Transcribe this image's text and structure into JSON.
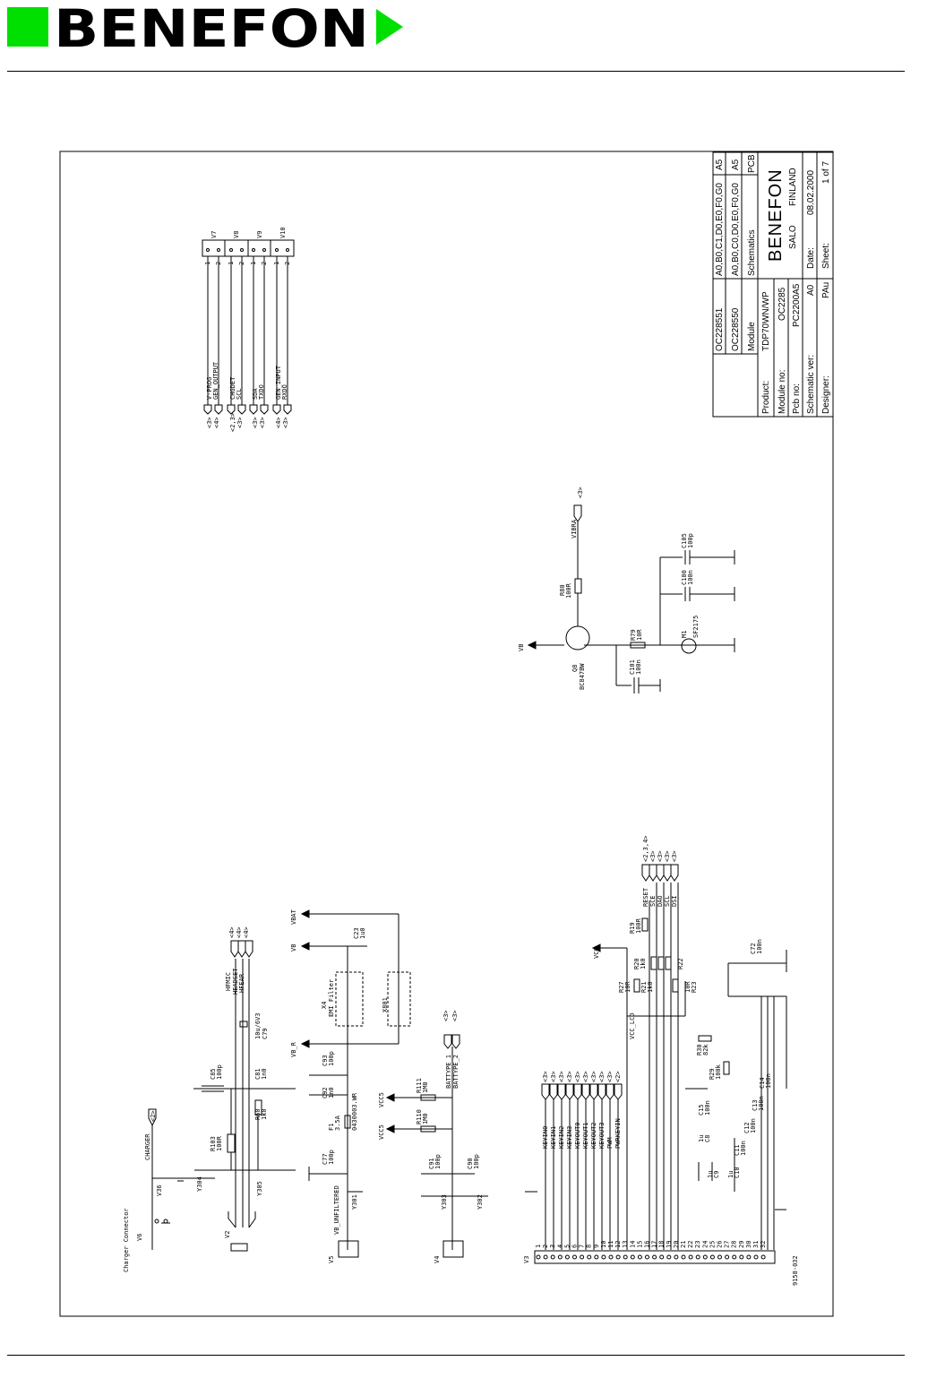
{
  "header": {
    "logo_text": "BENEFON",
    "brand_green": "#00e000",
    "brand_black": "#000000"
  },
  "title_block": {
    "rows": [
      {
        "code": "OC228551",
        "variants": "A0,B0,C1,D0,E0,F0,G0",
        "grade": "A5"
      },
      {
        "code": "OC228550",
        "variants": "A0,B0,C0,D0,E0,F0,G0",
        "grade": "A5"
      },
      {
        "code": "Module",
        "variants": "Schematics",
        "grade": "PCB"
      }
    ],
    "product_label": "Product:",
    "product_value": "TDP70WN/WP",
    "module_label": "Module no:",
    "module_value": "OC2285",
    "pcb_label": "Pcb no:",
    "pcb_value": "PC2200A5",
    "sver_label": "Schematic ver:",
    "sver_value": "A0",
    "designer_label": "Designer:",
    "designer_value": "PAu",
    "company": "BENEFON",
    "city": "SALO",
    "country": "FINLAND",
    "date_label": "Date:",
    "date_value": "08.02.2000",
    "sheet_label": "Sheet:",
    "sheet_value": "1 of 7"
  },
  "test_points": [
    {
      "ref": "V7",
      "sig1": "V-PROG",
      "sig2": "GEN_OUTPUT",
      "sheet1": "<3>",
      "sheet2": "<4>"
    },
    {
      "ref": "V8",
      "sig1": "CHGDET",
      "sig2": "SCL",
      "sheet1": "<2,3>",
      "sheet2": "<3>"
    },
    {
      "ref": "V9",
      "sig1": "SDA",
      "sig2": "TXDO",
      "sheet1": "<3>",
      "sheet2": "<3>"
    },
    {
      "ref": "V10",
      "sig1": "GEN_INPUT",
      "sig2": "RXDO",
      "sheet1": "<4>",
      "sheet2": "<3>"
    }
  ],
  "pin_labels": {
    "p1": "1",
    "p2": "2"
  },
  "vibra": {
    "vb": "VB",
    "q_ref": "Q8",
    "q_part": "BC847BW",
    "r80": "R80",
    "r80v": "100R",
    "r79": "R79",
    "r79v": "10R",
    "c101": "C101",
    "c101v": "100n",
    "m1": "M1",
    "m1v": "SF2175",
    "c100": "C100",
    "c100v": "100n",
    "c105": "C105",
    "c105v": "100p",
    "net": "VIBRA",
    "sheet": "<3>"
  },
  "charger": {
    "title": "Charger Connector",
    "v6": "V6",
    "v36": "V36",
    "net": "CHARGER",
    "sheet": "<2>",
    "r103": "R103",
    "r103v": "100R",
    "y304": "Y304",
    "c85": "C85",
    "c85v": "100p",
    "r50": "R50",
    "r50v": "1k0",
    "c81": "C81",
    "c81v": "1n0",
    "y305": "Y305",
    "v2": "V2",
    "c79": "C79",
    "c79v": "10u/6V3",
    "hfmic": "HFMIC",
    "headset": "HEADSET",
    "hfear": "HFEAR",
    "s4": "<4>"
  },
  "power": {
    "vbat": "VBAT",
    "vb": "VB",
    "vbr": "VB_R",
    "c23": "C23",
    "c23v": "1u0",
    "x4": "X4",
    "x4v": "EMI Filter",
    "x801": "X801",
    "c93": "C93",
    "c93v": "100p",
    "c92": "C92",
    "c92v": "1n0",
    "c77": "C77",
    "c77v": "100p",
    "f1": "F1",
    "f1v": "3.5A",
    "f1p": "0430003.WR",
    "vunf": "VB_UNFILTERED",
    "y301": "Y301",
    "v5": "V5",
    "vcc5a": "VCC5",
    "vcc5b": "VCC5",
    "r110": "R110",
    "r110v": "1M0",
    "r111": "R111",
    "r111v": "1M0",
    "batt1": "BATTYPE_1",
    "batt2": "BATTYPE_2",
    "s3": "<3>",
    "c91": "C91",
    "c91v": "100p",
    "c90": "C90",
    "c90v": "100p",
    "y303": "Y303",
    "y302": "Y302",
    "v4": "V4"
  },
  "keyboard": {
    "conn": "V3",
    "conn_part": "9158-032",
    "signals": [
      {
        "name": "KEYIN0",
        "sheet": "<3>"
      },
      {
        "name": "KEYIN1",
        "sheet": "<3>"
      },
      {
        "name": "KEYIN2",
        "sheet": "<3>"
      },
      {
        "name": "KEYIN3",
        "sheet": "<3>"
      },
      {
        "name": "KEYOUT0",
        "sheet": "<3>"
      },
      {
        "name": "KEYOUT1",
        "sheet": "<3>"
      },
      {
        "name": "KEYOUT2",
        "sheet": "<3>"
      },
      {
        "name": "KEYOUT3",
        "sheet": "<3>"
      },
      {
        "name": "PWM",
        "sheet": "<3>"
      },
      {
        "name": "PWRKEYIN",
        "sheet": "<2>"
      }
    ],
    "right_signals": [
      {
        "name": "RESET",
        "sheet": "<2,3,4>"
      },
      {
        "name": "SCE",
        "sheet": "<3>"
      },
      {
        "name": "DAO",
        "sheet": "<3>"
      },
      {
        "name": "SCL",
        "sheet": "<3>"
      },
      {
        "name": "DSI",
        "sheet": "<3>"
      }
    ],
    "vcc": "VCC",
    "vcc_lcd": "VCC_LCD",
    "r19": "R19",
    "r19v": "100R",
    "r20": "R20",
    "r20v": "1k0",
    "r21": "R21",
    "r21v": "1k0",
    "r27": "R27",
    "r27v": "10R",
    "r22": "R22",
    "r23": "R23",
    "r23v": "10R",
    "c72": "C72",
    "c72v": "100n",
    "r30": "R30",
    "r30v": "82k",
    "r29": "R29",
    "r29v": "100k",
    "c15": "C15",
    "c15v": "100n",
    "c8": "C8",
    "c8v": "1u",
    "c11": "C11",
    "c11v": "100n",
    "c12": "C12",
    "c12v": "100n",
    "c13": "C13",
    "c13v": "100n",
    "c14": "C14",
    "c14v": "100n",
    "c9": "C9",
    "c9v": "1u",
    "c10": "C10",
    "c10v": "1u",
    "pins": [
      "1",
      "2",
      "3",
      "4",
      "5",
      "6",
      "7",
      "8",
      "9",
      "10",
      "11",
      "12",
      "13",
      "14",
      "15",
      "16",
      "17",
      "18",
      "19",
      "20",
      "21",
      "22",
      "23",
      "24",
      "25",
      "26",
      "27",
      "28",
      "29",
      "30",
      "31",
      "32"
    ]
  }
}
